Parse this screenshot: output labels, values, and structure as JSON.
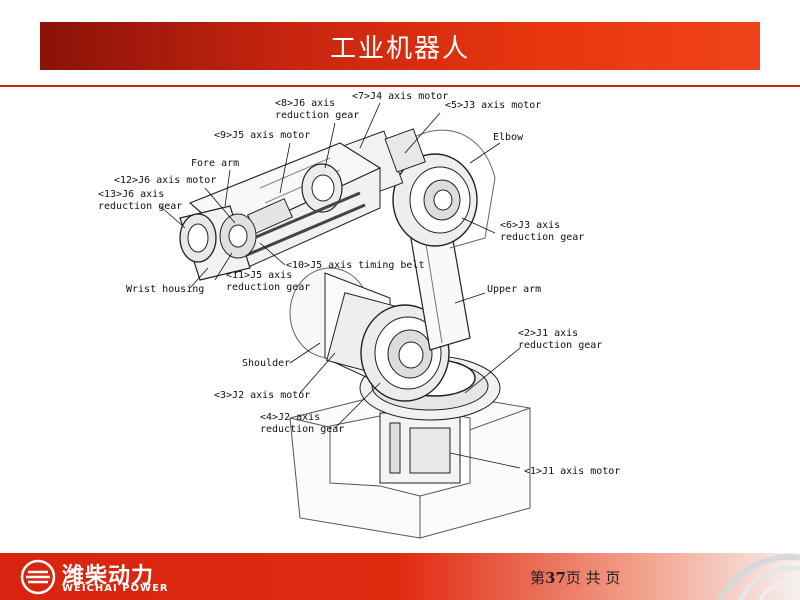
{
  "slide": {
    "title": "工业机器人",
    "page_prefix": "第",
    "page_number": "37",
    "page_suffix": "页 共   页"
  },
  "brand": {
    "name_cn": "潍柴动力",
    "name_en": "WEICHAI POWER",
    "accent": "#e02a10",
    "dark_red": "#8a1208"
  },
  "diagram": {
    "labels": {
      "j6_reduction_gear_8": "<8>J6 axis\nreduction gear",
      "j4_motor_7": "<7>J4 axis motor",
      "j3_motor_5": "<5>J3 axis motor",
      "j5_motor_9": "<9>J5 axis motor",
      "elbow": "Elbow",
      "fore_arm": "Fore arm",
      "j6_motor_12": "<12>J6 axis motor",
      "j6_reduction_gear_13": "<13>J6 axis\nreduction gear",
      "j3_reduction_gear_6": "<6>J3 axis\nreduction gear",
      "j5_timing_belt_10": "<10>J5 axis timing belt",
      "j5_reduction_gear_11": "<11>J5 axis\nreduction gear",
      "wrist_housing": "Wrist housing",
      "upper_arm": "Upper arm",
      "j1_reduction_gear_2": "<2>J1 axis\nreduction gear",
      "shoulder": "Shoulder",
      "j2_motor_3": "<3>J2 axis motor",
      "j2_reduction_gear_4": "<4>J2 axis\nreduction gear",
      "j1_motor_1": "<1>J1 axis motor"
    }
  }
}
